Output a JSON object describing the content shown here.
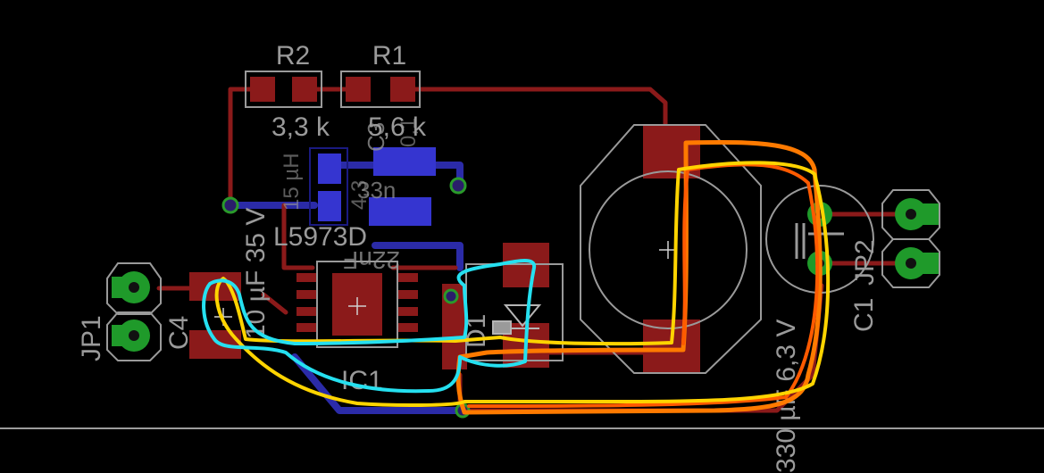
{
  "labels": {
    "r2_name": "R2",
    "r1_name": "R1",
    "r2_value": "3,3 k",
    "r1_value": "5,6 k",
    "ic1_name": "IC1",
    "ic1_part": "L5973D",
    "d1_name": "D1",
    "c4_name": "C4",
    "c4_value": "10 µF 35 V",
    "c1_name": "C1",
    "c1_value": "330 µF 6,3 V",
    "jp1_name": "JP1",
    "jp2_name": "JP2",
    "l1_value": "15 µH",
    "c3_name": "C3",
    "c3_value": "22nF",
    "c2_value": "0,1",
    "cap_value": "33n",
    "r3_value": "4,3"
  },
  "colors": {
    "background": "#000000",
    "top_copper": "#8b1a1a",
    "bottom_copper": "#2b2ba8",
    "bottom_pad": "#3535d0",
    "silkscreen": "#9a9a9a",
    "via_ring": "#2a9a2a",
    "through_pad": "#1f9a2a",
    "annotation_orange": "#ff7a00",
    "annotation_orange_dark": "#ff5a00",
    "annotation_yellow": "#ffd400",
    "annotation_cyan": "#25e0f0"
  }
}
